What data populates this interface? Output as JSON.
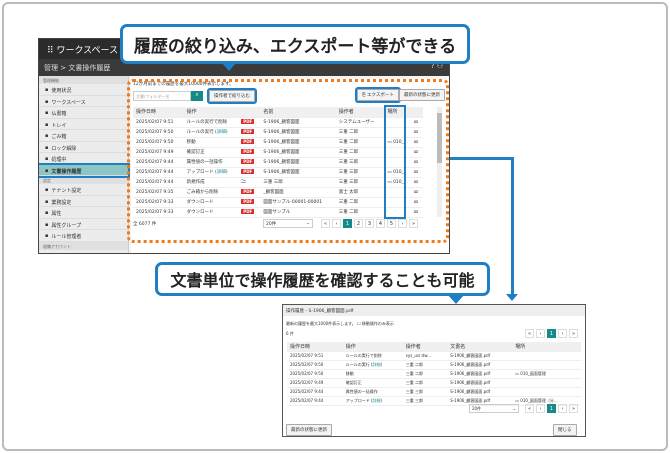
{
  "callouts": {
    "top": "履歴の絞り込み、エクスポート等ができる",
    "bottom": "文書単位で操作履歴を確認することも可能"
  },
  "app": {
    "title": "ワークスペース",
    "breadcrumb": "管理 > 文書操作履歴"
  },
  "sidebar": {
    "groups": [
      {
        "label": "管理機能",
        "items": [
          "使用状況",
          "ワークスペース",
          "仏書箱",
          "トレイ",
          "ごみ箱",
          "ロック解除",
          "処理中",
          "文書操作履歴"
        ]
      },
      {
        "label": "設定",
        "items": [
          "テナント設定",
          "業務設定",
          "属性",
          "属性グループ",
          "ルール管理者"
        ]
      },
      {
        "label": "組織アカウント",
        "items": [
          "組織アカウント"
        ]
      }
    ],
    "active": "文書操作履歴"
  },
  "main": {
    "notice": "12か月前までの履歴を最大10000件表示します。",
    "search_placeholder": "文書/フォルダー名",
    "filter_button": "操作者で絞り込む",
    "export_button": "エクスポート",
    "refresh_button": "最新の状態に更新",
    "columns": [
      "操作日時",
      "操作",
      "",
      "名前",
      "操作者",
      "場所",
      ""
    ],
    "rows": [
      {
        "date": "2025/02/07 9:51",
        "op": "ルールの実行で削除",
        "link": "",
        "type": "PDF",
        "name": "S-1906_顧客図面",
        "user": "システムユーザー",
        "place": ""
      },
      {
        "date": "2025/02/07 9:50",
        "op": "ルールの実行 (",
        "link": "詳細",
        "type": "PDF",
        "name": "S-1906_顧客図面",
        "user": "三重 二郎",
        "place": ""
      },
      {
        "date": "2025/02/07 9:50",
        "op": "移動",
        "link": "",
        "type": "PDF",
        "name": "S-1906_顧客図面",
        "user": "三重 二郎",
        "place": "010_"
      },
      {
        "date": "2025/02/07 9:49",
        "op": "確認訂正",
        "link": "",
        "type": "PDF",
        "name": "S-1906_顧客図面",
        "user": "三重 二郎",
        "place": ""
      },
      {
        "date": "2025/02/07 9:44",
        "op": "属性値の一括操作",
        "link": "",
        "type": "PDF",
        "name": "S-1906_顧客図面",
        "user": "三重 三郎",
        "place": ""
      },
      {
        "date": "2025/02/07 9:44",
        "op": "アップロード (",
        "link": "詳細",
        "type": "PDF",
        "name": "S-1906_顧客図面",
        "user": "三重 三郎",
        "place": "010_"
      },
      {
        "date": "2025/02/07 9:44",
        "op": "新規作成",
        "link": "",
        "type": "folder",
        "name": "三重 三郎",
        "user": "三重 三郎",
        "place": "010_"
      },
      {
        "date": "2025/02/07 9:35",
        "op": "ごみ箱から削除",
        "link": "",
        "type": "PDF",
        "name": "_顧客図面",
        "user": "富士 太郎",
        "place": ""
      },
      {
        "date": "2025/02/07 9:33",
        "op": "ダウンロード",
        "link": "",
        "type": "PDF",
        "name": "図面サンプル-00001-00001",
        "user": "三重 二郎",
        "place": ""
      },
      {
        "date": "2025/02/07 9:33",
        "op": "ダウンロード",
        "link": "",
        "type": "PDF",
        "name": "図面サンプル",
        "user": "三重 二郎",
        "place": ""
      }
    ],
    "total": "全 6077 件",
    "page_size": "20件",
    "pages": [
      "1",
      "2",
      "3",
      "4",
      "5"
    ],
    "current_page": "1"
  },
  "dialog": {
    "title": "操作履歴 - S-1906_顧客図面.pdf",
    "notice": "最新の履歴を最大1000件表示します。",
    "checkbox_label": "移動操作のみ表示",
    "count": "6 件",
    "columns": [
      "操作日時",
      "操作",
      "操作者",
      "文書名",
      "場所"
    ],
    "rows": [
      {
        "date": "2025/02/07 9:51",
        "op": "ルールの実行で削除",
        "link": "",
        "user": "sys_usr:dw...",
        "doc": "S-1906_顧客図面.pdf",
        "place": ""
      },
      {
        "date": "2025/02/07 9:50",
        "op": "ルールの実行 (",
        "link": "詳細",
        "user": "三重 二郎",
        "doc": "S-1906_顧客図面.pdf",
        "place": ""
      },
      {
        "date": "2025/02/07 9:50",
        "op": "移動",
        "link": "",
        "user": "三重 二郎",
        "doc": "S-1906_顧客図面.pdf",
        "place": "010_図面管理"
      },
      {
        "date": "2025/02/07 9:49",
        "op": "確認訂正",
        "link": "",
        "user": "三重 二郎",
        "doc": "S-1906_顧客図面.pdf",
        "place": ""
      },
      {
        "date": "2025/02/07 9:44",
        "op": "属性値の一括操作",
        "link": "",
        "user": "三重 三郎",
        "doc": "S-1906_顧客図面.pdf",
        "place": ""
      },
      {
        "date": "2025/02/07 9:44",
        "op": "アップロード (",
        "link": "詳細",
        "user": "三重 三郎",
        "doc": "S-1906_顧客図面.pdf",
        "place": "010_図面管理（分..."
      }
    ],
    "page_size": "20件",
    "current_page": "1",
    "refresh_button": "最新の状態に更新",
    "close_button": "閉じる"
  },
  "colors": {
    "accent_blue": "#1e7fc4",
    "highlight_orange": "#f07a1a",
    "teal": "#168a8a"
  }
}
